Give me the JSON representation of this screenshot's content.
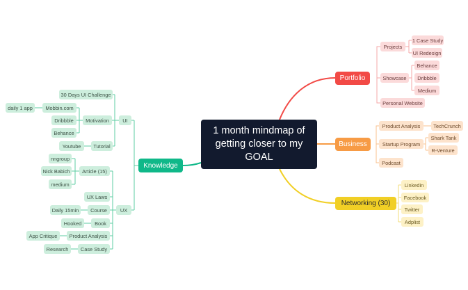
{
  "central": {
    "title": "1 month mindmap of getting closer to my GOAL"
  },
  "colors": {
    "knowledge": "#0fb889",
    "portfolio": "#f24a46",
    "business": "#f79b45",
    "networking": "#f1cf25"
  },
  "knowledge": {
    "label": "Knowledge",
    "ui": {
      "label": "UI",
      "challenge": "30 Days UI Challenge",
      "motivation": {
        "label": "Motivation",
        "mobbin": "Mobbin.com",
        "daily": "daily 1 app",
        "dribbble": "Dribbble",
        "behance": "Behance"
      },
      "tutorial": {
        "label": "Tutorial",
        "youtube": "Youtube"
      }
    },
    "ux": {
      "label": "UX",
      "article": {
        "label": "Article (15)",
        "nngroup": "nngroup",
        "nick": "Nick Babich",
        "medium": "medium"
      },
      "laws": "UX Laws",
      "course": {
        "label": "Course",
        "daily": "Daily 15min"
      },
      "book": {
        "label": "Book",
        "hooked": "Hooked"
      },
      "product_analysis": {
        "label": "Product Analysis",
        "critique": "App Critique"
      },
      "case_study": {
        "label": "Case Study",
        "research": "Research"
      }
    }
  },
  "portfolio": {
    "label": "Portfolio",
    "projects": {
      "label": "Projects",
      "case_study": "1 Case Study",
      "redesign": "UI Redesign"
    },
    "showcase": {
      "label": "Showcase",
      "behance": "Behance",
      "dribbble": "Dribbble",
      "medium": "Medium"
    },
    "website": "Personal Website"
  },
  "business": {
    "label": "Business",
    "product_analysis": {
      "label": "Product Analysis",
      "techcrunch": "TechCrunch"
    },
    "startup": {
      "label": "Startup Program",
      "shark": "Shark Tank",
      "rventure": "R-Venture"
    },
    "podcast": "Podcast"
  },
  "networking": {
    "label": "Networking (30)",
    "items": [
      "Linkedin",
      "Facebook",
      "Twitter",
      "Adplist"
    ]
  }
}
